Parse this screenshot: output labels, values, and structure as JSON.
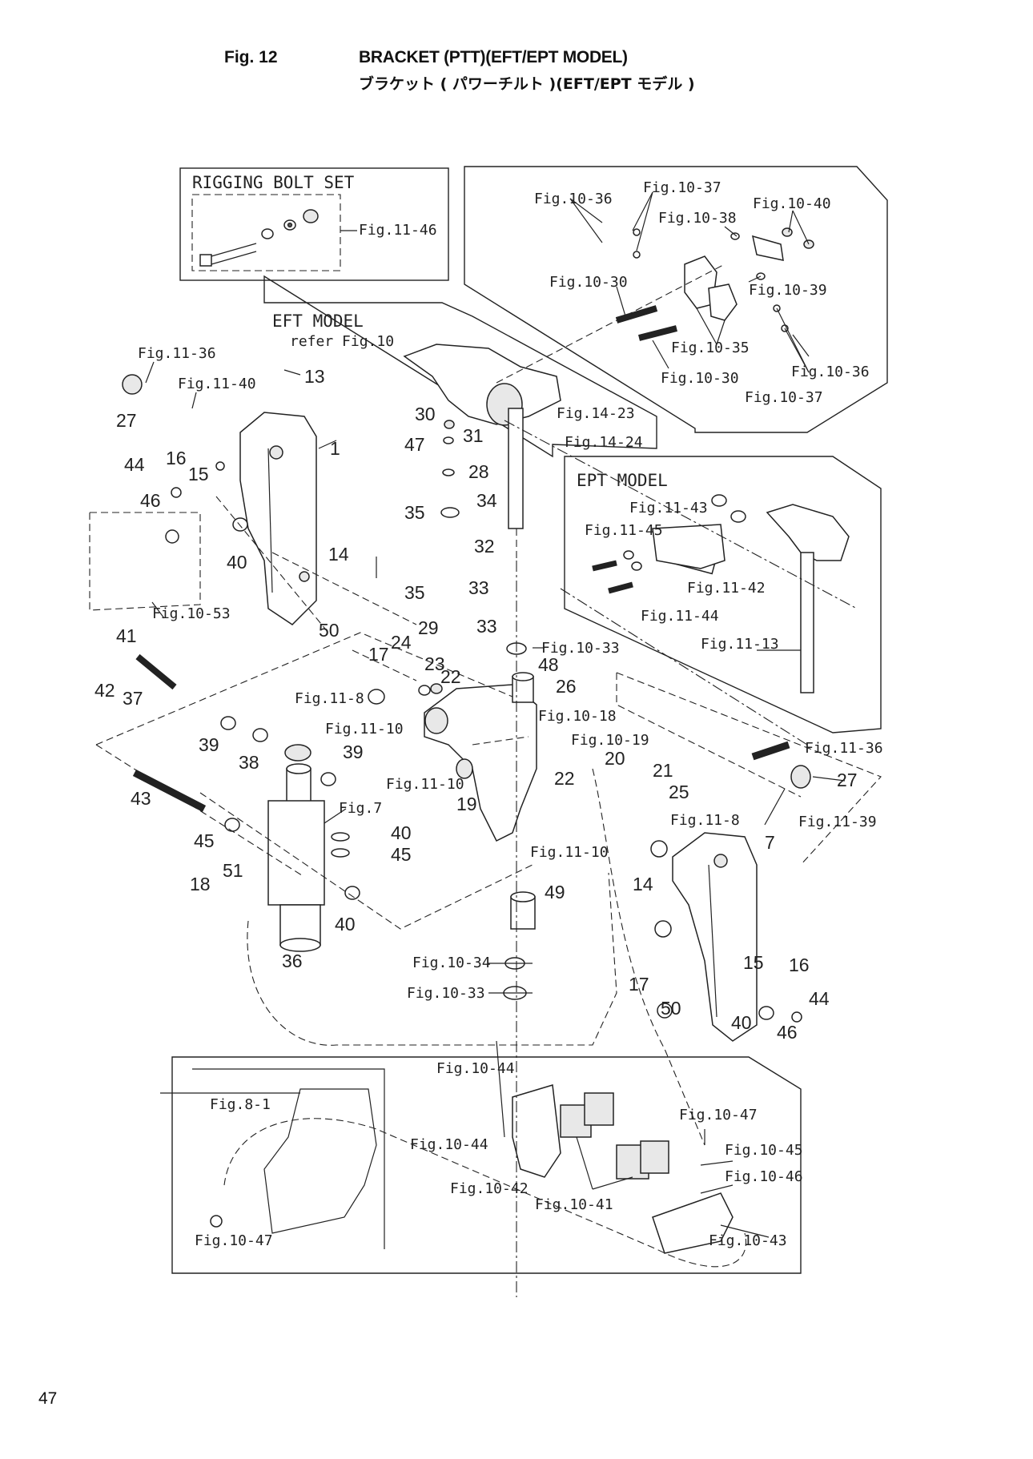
{
  "header": {
    "fig_number": "Fig. 12",
    "title_en": "BRACKET (PTT)(EFT/EPT MODEL)",
    "title_jp": "ブラケット ( パワーチルト )(EFT/EPT モデル )"
  },
  "page_number": "47",
  "groups": {
    "rigging": "RIGGING BOLT SET",
    "eft": "EFT MODEL",
    "eft_refer": "refer Fig.10",
    "ept": "EPT MODEL"
  },
  "fig_refs": [
    "Fig.11-46",
    "Fig.10-36",
    "Fig.10-37",
    "Fig.10-38",
    "Fig.10-40",
    "Fig.10-30",
    "Fig.10-39",
    "Fig.10-35",
    "Fig.10-30",
    "Fig.10-36",
    "Fig.10-37",
    "Fig.11-36",
    "Fig.11-40",
    "Fig.14-23",
    "Fig.14-24",
    "Fig.11-43",
    "Fig.11-45",
    "Fig.11-42",
    "Fig.11-44",
    "Fig.10-53",
    "Fig.10-33",
    "Fig.11-13",
    "Fig.11-8",
    "Fig.11-10",
    "Fig.10-18",
    "Fig.10-19",
    "Fig.11-36",
    "Fig.11-10",
    "Fig.7",
    "Fig.11-8",
    "Fig.11-39",
    "Fig.11-10",
    "Fig.10-34",
    "Fig.10-33",
    "Fig.10-44",
    "Fig.8-1",
    "Fig.10-44",
    "Fig.10-47",
    "Fig.10-45",
    "Fig.10-42",
    "Fig.10-46",
    "Fig.10-41",
    "Fig.10-47",
    "Fig.10-43"
  ],
  "part_numbers": [
    "13",
    "27",
    "30",
    "31",
    "47",
    "28",
    "16",
    "1",
    "44",
    "15",
    "34",
    "46",
    "35",
    "32",
    "14",
    "40",
    "35",
    "33",
    "33",
    "29",
    "50",
    "41",
    "17",
    "24",
    "23",
    "48",
    "22",
    "26",
    "42",
    "37",
    "39",
    "38",
    "39",
    "20",
    "22",
    "21",
    "43",
    "25",
    "27",
    "19",
    "45",
    "40",
    "45",
    "7",
    "51",
    "18",
    "14",
    "49",
    "40",
    "36",
    "15",
    "16",
    "17",
    "50",
    "44",
    "40",
    "46"
  ]
}
